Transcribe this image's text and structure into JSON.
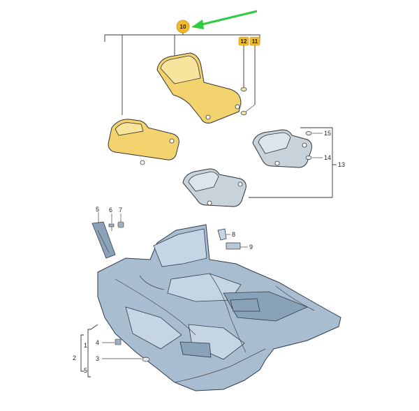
{
  "colors": {
    "yellow_mat": "#f3d36e",
    "grey_mat": "#c7d2db",
    "carpet": "#a9bdd0",
    "badge": "#f2b92d",
    "arrow": "#2ecc40"
  },
  "callouts": {
    "c1": "1",
    "c2": "2",
    "c3": "3",
    "c4": "4",
    "c5": "5",
    "c5b": "5",
    "c6": "6",
    "c7": "7",
    "c8": "8",
    "c9": "9",
    "c10": "10",
    "c11": "11",
    "c12": "12",
    "c13": "13",
    "c14": "14",
    "c15": "15"
  },
  "icons": {
    "arrow": "green-arrow-icon"
  }
}
